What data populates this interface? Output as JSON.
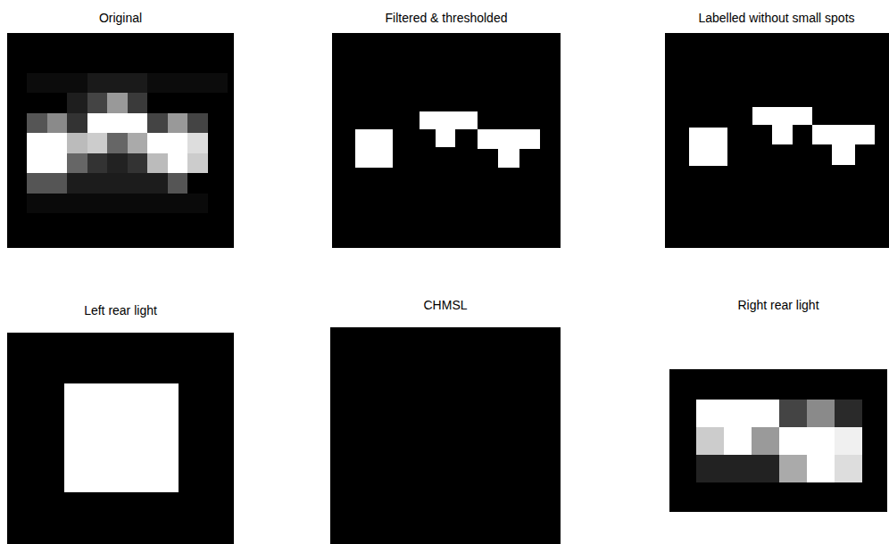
{
  "diagram": {
    "labels": [
      "Original",
      "Filtered & thresholded",
      "Labelled without small spots",
      "Left rear light",
      "CHMSL",
      "Right rear light"
    ]
  }
}
